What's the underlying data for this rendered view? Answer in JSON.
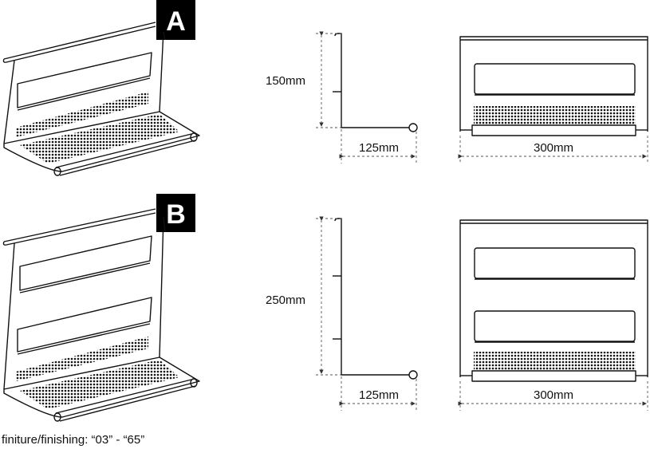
{
  "variants": [
    {
      "badge": "A",
      "height_label": "150mm",
      "depth_label": "125mm",
      "width_label": "300mm"
    },
    {
      "badge": "B",
      "height_label": "250mm",
      "depth_label": "125mm",
      "width_label": "300mm"
    }
  ],
  "caption": "finiture/finishing: “03” - “65”"
}
